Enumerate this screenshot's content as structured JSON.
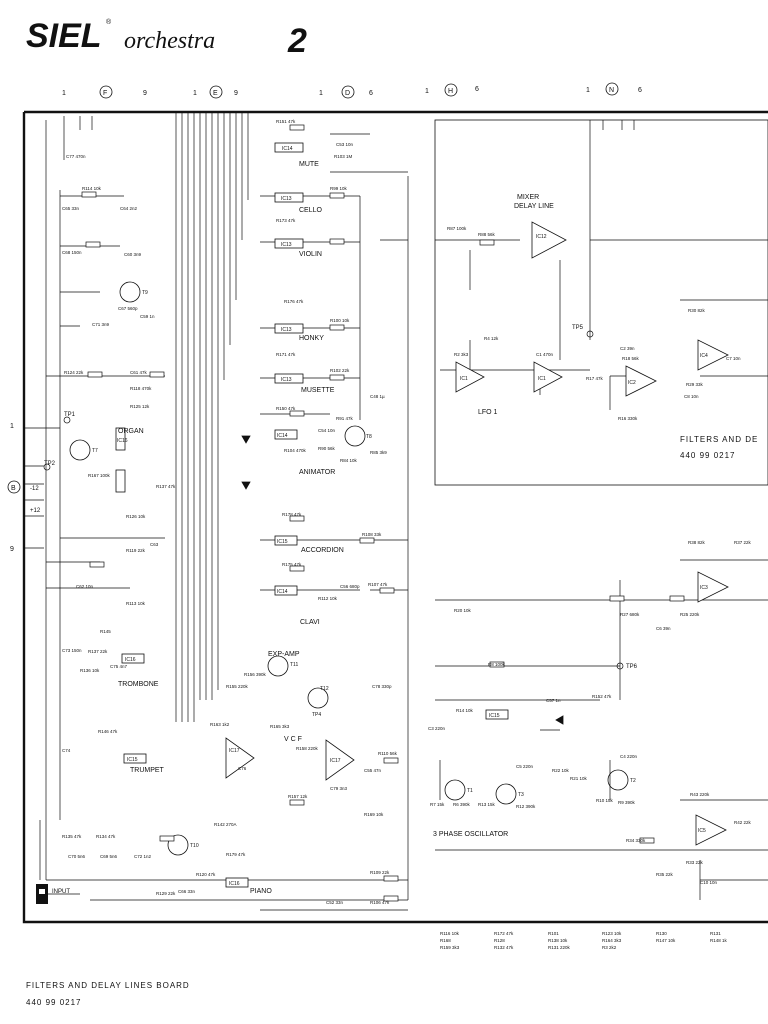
{
  "header": {
    "brand": "SIEL",
    "registered": "®",
    "model": "orchestra",
    "model_number": "2"
  },
  "edge_connectors": [
    {
      "left": "1",
      "circle": "F",
      "right": "9"
    },
    {
      "left": "1",
      "circle": "E",
      "right": "9"
    },
    {
      "left": "1",
      "circle": "D",
      "right": "6"
    },
    {
      "left": "1",
      "circle": "H",
      "right": "6"
    },
    {
      "left": "1",
      "circle": "N",
      "right": "6"
    }
  ],
  "left_connector": {
    "top": "1",
    "circle": "B",
    "bottom": "9"
  },
  "sections": {
    "mixer": "MIXER",
    "delay_line": "DELAY LINE",
    "lfo": "LFO 1",
    "filters_board": "FILTERS AND DE",
    "filters_code": "440 99 0217",
    "vcf": "V C F",
    "exp_amp": "EXP-AMP",
    "phase_osc": "3 PHASE OSCILLATOR",
    "input": "INPUT"
  },
  "voices": [
    "MUTE",
    "CELLO",
    "VIOLIN",
    "HONKY",
    "MUSETTE",
    "ANIMATOR",
    "ACCORDION",
    "CLAVI",
    "ORGAN",
    "TROMBONE",
    "TRUMPET",
    "PIANO"
  ],
  "ics": [
    "IC14",
    "IC13",
    "IC13",
    "IC13",
    "IC13",
    "IC14",
    "IC15",
    "IC14",
    "IC16",
    "IC16",
    "IC15",
    "IC17",
    "IC17",
    "IC15",
    "IC16",
    "IC12",
    "IC1",
    "IC1",
    "IC4",
    "IC2",
    "IC3",
    "IC5"
  ],
  "transistors": [
    "T9",
    "T8",
    "T7",
    "T12",
    "T11",
    "T10",
    "T1",
    "T2",
    "T3",
    "TP4"
  ],
  "test_points": [
    "TP1",
    "TP2",
    "TP5",
    "TP6"
  ],
  "resistors": [
    "R151 47k",
    "R103 1M",
    "R173 47k",
    "R99 10k",
    "R116 10k",
    "R172 47k",
    "R101",
    "R114 10k",
    "R123 10k",
    "R87 100k",
    "R88 56k",
    "R130",
    "R131",
    "R176 47k",
    "R100 10k",
    "R171 47k",
    "R102 22k",
    "R124 22k",
    "R118 470k",
    "R125 12k",
    "R150 47k",
    "R91 47k",
    "R90 56k",
    "R104 470k",
    "R84 10k",
    "R85 3k9",
    "R168",
    "R167 100k",
    "R137 47k",
    "R126 10k",
    "R128",
    "R119 22k",
    "R178 47k",
    "R108 33k",
    "R175 47k",
    "R112 10k",
    "R107 47k",
    "R113 10k",
    "R145",
    "R137 22k",
    "R136 10k",
    "R146 47k",
    "R138 10k",
    "R155 220k",
    "R156 390k",
    "R163 1k2",
    "R164 3k3",
    "R165 3k3",
    "R147 10k",
    "R148 1k",
    "R158 220k",
    "R159 3k3",
    "R157 12k",
    "R142 270A",
    "R169 10k",
    "R110 56k",
    "R135 47k",
    "R134 47k",
    "R129 22k",
    "R132 47k",
    "R120 47k",
    "R131 220k",
    "R179 47k",
    "R109 22k",
    "R106 47k",
    "R2 3k3",
    "R4 12k",
    "R3 2k2",
    "R17 47k",
    "R18 56k",
    "R29 33k",
    "R30 82k",
    "R16 330k",
    "R38 82k",
    "R37 22k",
    "R27 680k",
    "R25 220k",
    "R20 10k",
    "R8 100k",
    "R14 10k",
    "R152 47k",
    "R22 10k",
    "R21 10k",
    "R9 390k",
    "R10 15k",
    "R6 390k",
    "R7 15k",
    "R13 15k",
    "R12 390k",
    "R34 330k",
    "R43 220k",
    "R42 22k",
    "R35 22k",
    "R33 22k"
  ],
  "capacitors": [
    "C77 470n",
    "C53 10n",
    "C65 33n",
    "C64 2n2",
    "C68 150n",
    "C60 3n9",
    "C67 560p",
    "C71 3n9",
    "C59 1n",
    "C61 47k",
    "C48 1µ",
    "C54 10n",
    "C63",
    "C62 10n",
    "C56 680p",
    "C73 150n",
    "C75 4n7",
    "C76",
    "C78 330p",
    "C79 3n3",
    "C55 47n",
    "C74",
    "C70 5n6",
    "C69 5n6",
    "C72 1n2",
    "C66 33n",
    "C52 33n",
    "C1 470n",
    "C2 39n",
    "C8 10n",
    "C7 10n",
    "C6 39n",
    "C3 220n",
    "C57 1n",
    "C4 220n",
    "C5 220n",
    "C10 10n"
  ],
  "caption": {
    "title": "FILTERS AND DELAY LINES BOARD",
    "code": "440 99 0217"
  },
  "colors": {
    "ink": "#111111",
    "paper": "#ffffff"
  }
}
